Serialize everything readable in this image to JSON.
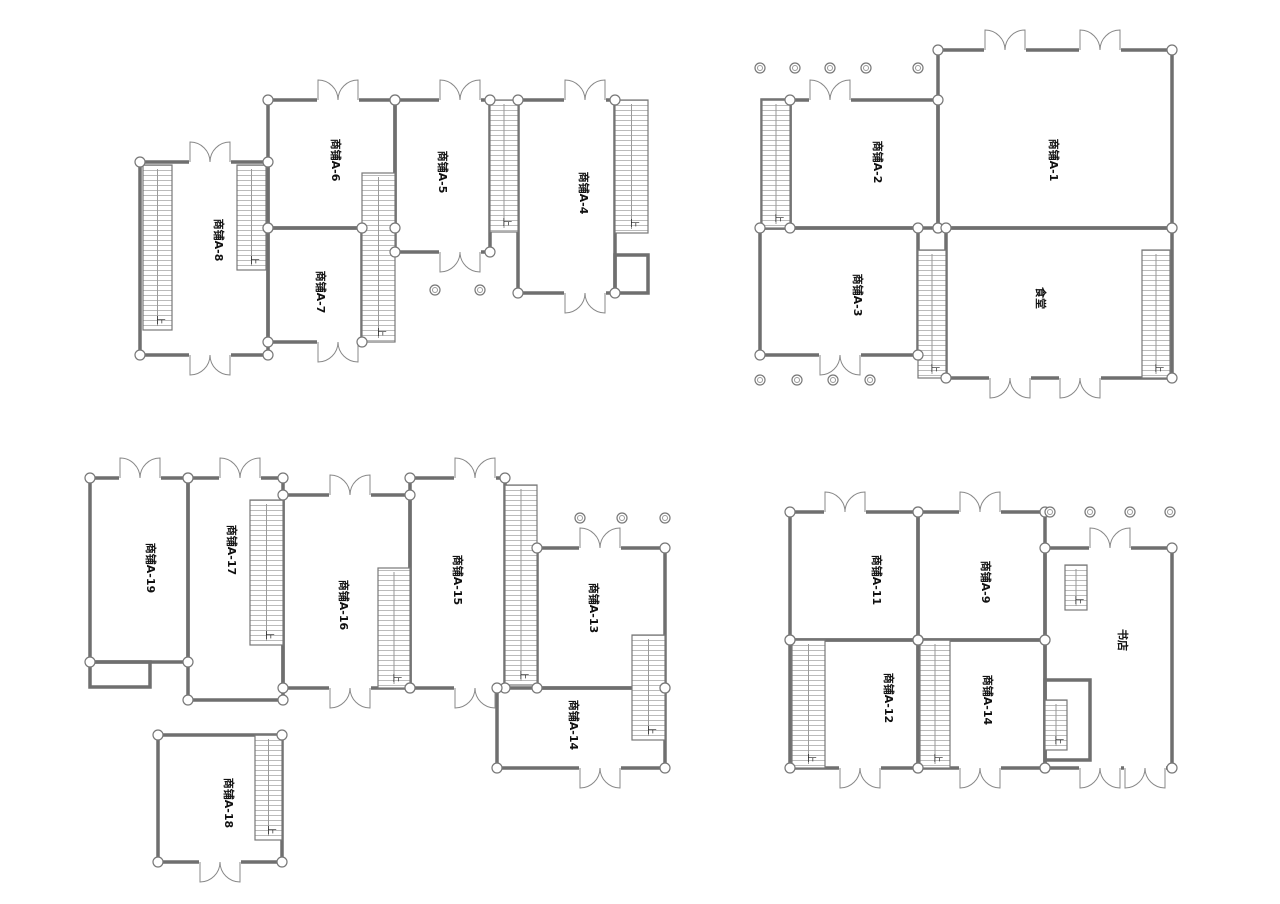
{
  "stair_mark": "上",
  "plans": [
    {
      "name": "top-left-block",
      "rooms": [
        "商铺A-8",
        "商铺A-6",
        "商铺A-7",
        "商铺A-5",
        "商铺A-4"
      ]
    },
    {
      "name": "top-right-block",
      "rooms": [
        "商铺A-2",
        "商铺A-1",
        "商铺A-3",
        "食堂"
      ]
    },
    {
      "name": "bottom-left-block",
      "rooms": [
        "商铺A-19",
        "商铺A-17",
        "商铺A-16",
        "商铺A-15",
        "商铺A-13",
        "商铺A-14",
        "商铺A-18"
      ]
    },
    {
      "name": "bottom-right-block",
      "rooms": [
        "商铺A-11",
        "商铺A-9",
        "商铺A-12",
        "商铺A-14",
        "书店"
      ]
    }
  ],
  "colors": {
    "wall": "#6f6f6f",
    "background": "#ffffff"
  }
}
